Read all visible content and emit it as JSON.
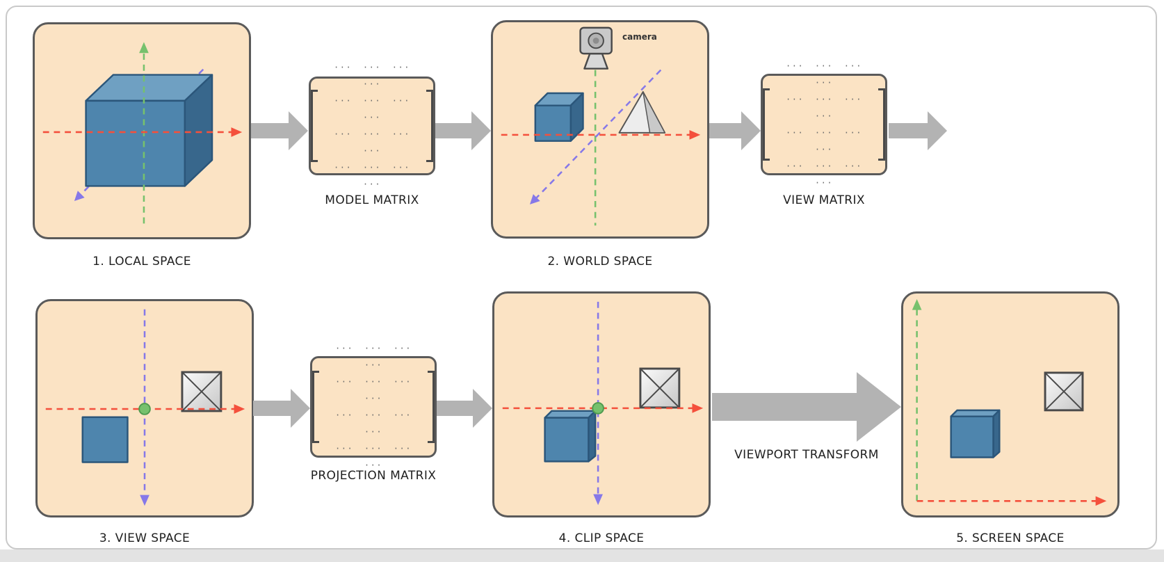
{
  "diagram": {
    "panels": [
      {
        "label": "1. LOCAL SPACE"
      },
      {
        "label": "2. WORLD SPACE"
      },
      {
        "label": "3. VIEW SPACE"
      },
      {
        "label": "4. CLIP SPACE"
      },
      {
        "label": "5. SCREEN SPACE"
      }
    ],
    "matrices": [
      {
        "label": "MODEL MATRIX"
      },
      {
        "label": "VIEW MATRIX"
      },
      {
        "label": "PROJECTION MATRIX"
      }
    ],
    "matrix_rows": [
      "··· ··· ··· ···",
      "··· ··· ··· ···",
      "··· ··· ··· ···",
      "··· ··· ··· ···"
    ],
    "viewport_transform_label": "VIEWPORT TRANSFORM",
    "camera_label": "camera"
  },
  "colors": {
    "panel-fill": "#FBE3C4",
    "panel-border": "#5a5a5a",
    "axis-x": "#F4503C",
    "axis-y": "#76C16D",
    "axis-z": "#8678E8",
    "flow-arrow": "#B3B3B3",
    "cube-front": "#4E85AD",
    "cube-top": "#6FA0C2",
    "cube-side": "#38678C",
    "cube-stroke": "#2B567A",
    "label": "#1f1f1f"
  }
}
